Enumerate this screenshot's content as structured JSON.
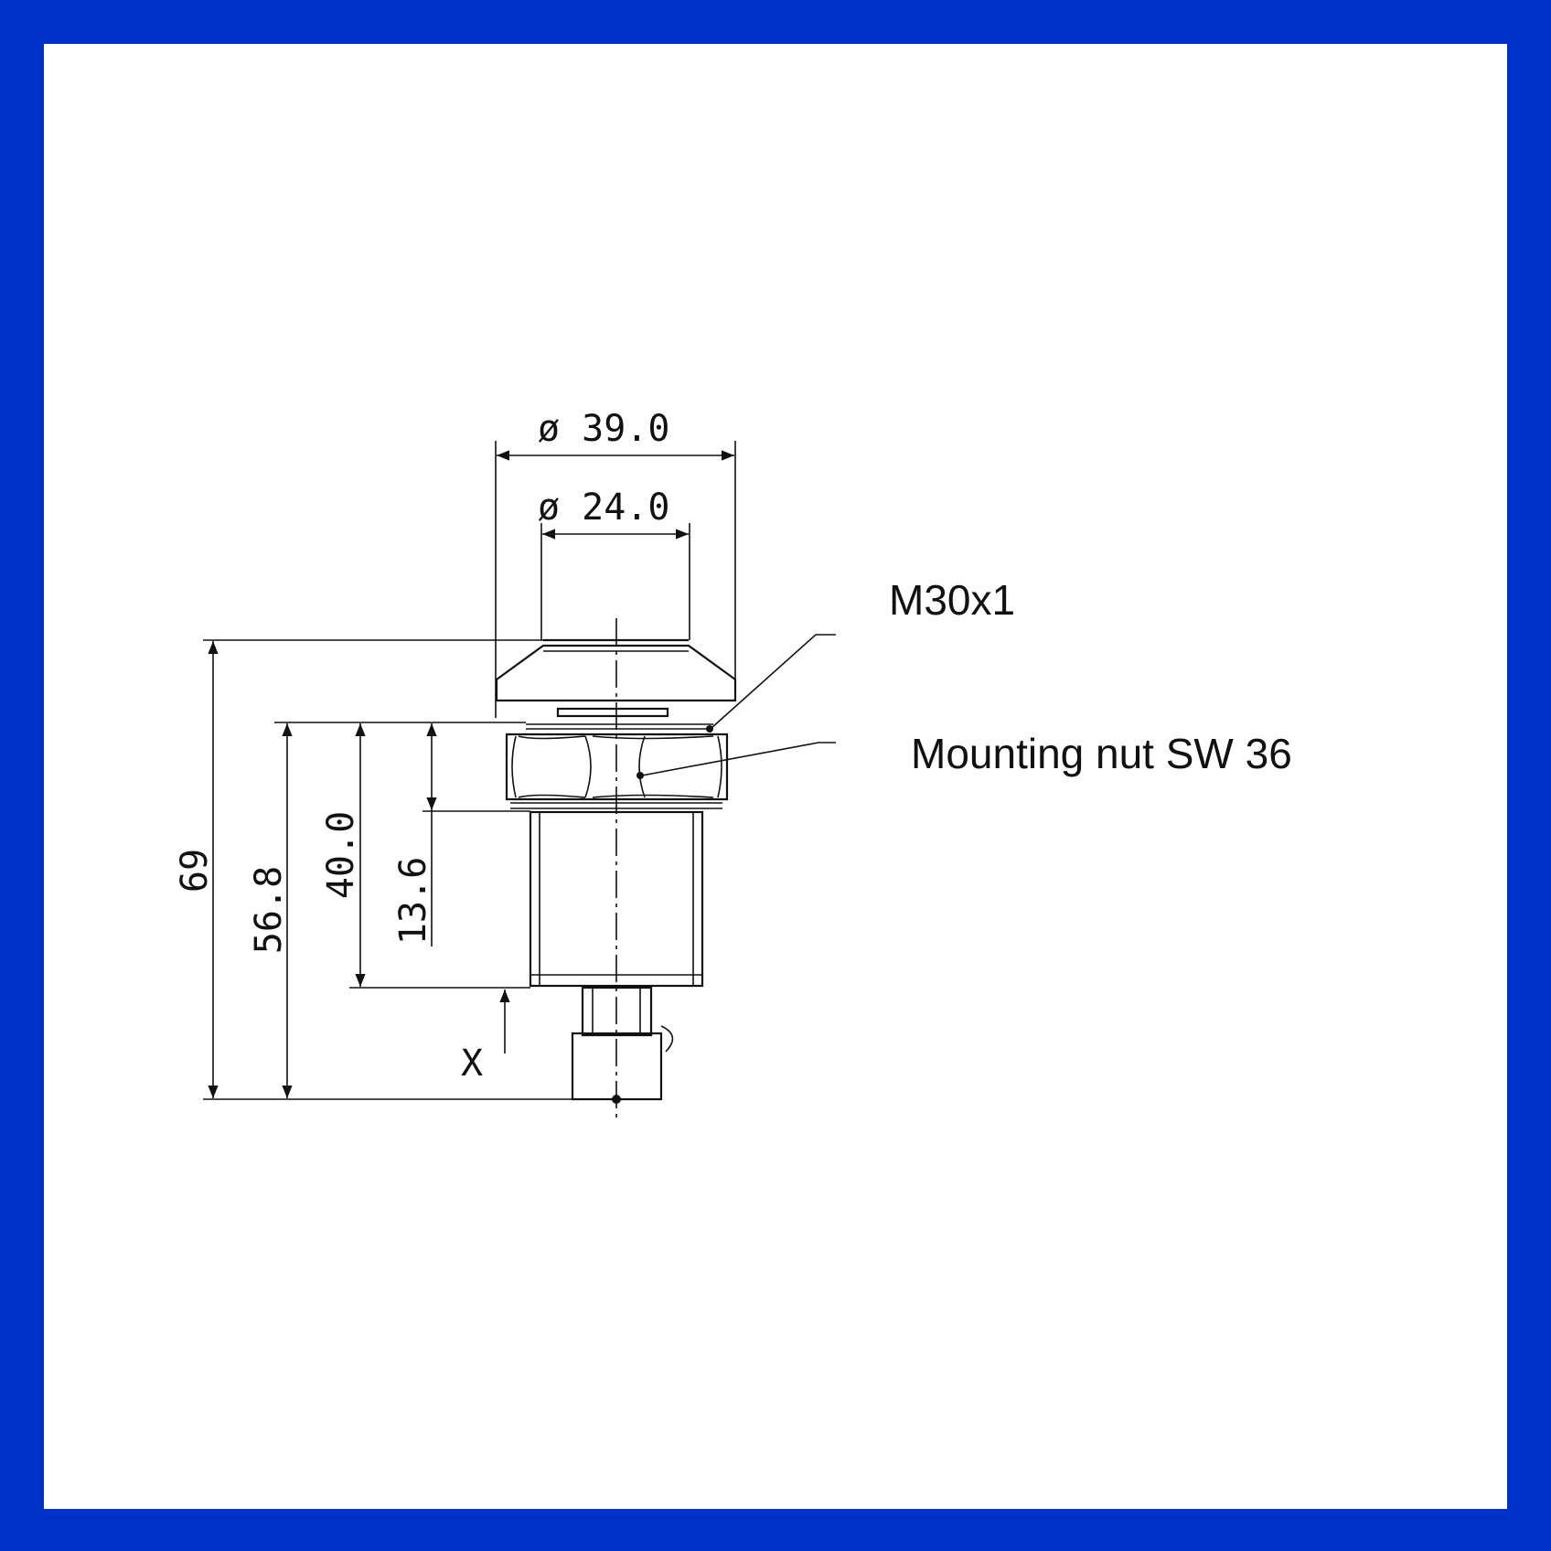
{
  "drawing": {
    "dimensions": {
      "outer_diameter": "ø 39.0",
      "inner_diameter": "ø 24.0",
      "total_height": "69",
      "height_56_8": "56.8",
      "height_40_0": "40.0",
      "nut_height": "13.6",
      "x_marker": "X"
    },
    "callouts": {
      "thread": "M30x1",
      "nut": "Mounting nut SW 36"
    },
    "colors": {
      "border": "#0032c8",
      "background": "#ffffff",
      "ink": "#111111"
    }
  }
}
